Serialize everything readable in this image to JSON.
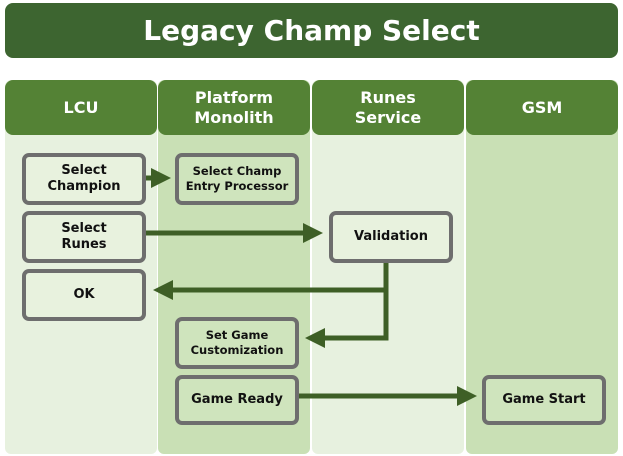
{
  "title": "Legacy Champ Select",
  "lanes": [
    {
      "label": "LCU"
    },
    {
      "label": "Platform\nMonolith"
    },
    {
      "label": "Runes\nService"
    },
    {
      "label": "GSM"
    }
  ],
  "boxes": {
    "select_champion": "Select\nChampion",
    "entry_processor": "Select Champ\nEntry Processor",
    "select_runes": "Select\nRunes",
    "validation": "Validation",
    "ok": "OK",
    "set_game_customization": "Set Game\nCustomization",
    "game_ready": "Game Ready",
    "game_start": "Game Start"
  },
  "colors": {
    "title": "#3d6530",
    "header": "#548235",
    "arrow": "#3e5f26",
    "border": "#6e6e6e"
  }
}
